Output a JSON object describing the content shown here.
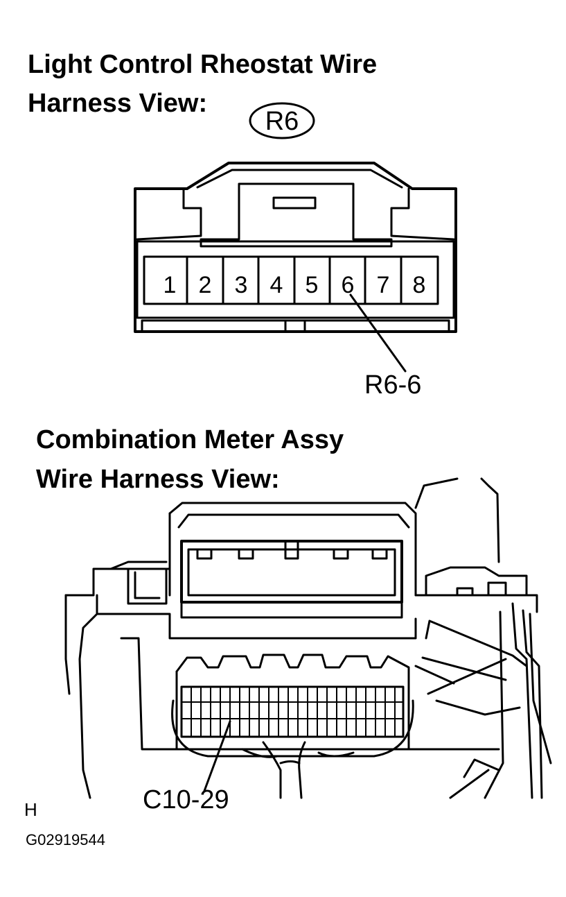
{
  "rheostat": {
    "title_line1": "Light Control Rheostat Wire",
    "title_line2": "Harness View:",
    "connector_id": "R6",
    "pins": [
      "1",
      "2",
      "3",
      "4",
      "5",
      "6",
      "7",
      "8"
    ],
    "callout": "R6-6"
  },
  "meter": {
    "title_line1": "Combination Meter Assy",
    "title_line2": "Wire Harness View:",
    "callout": "C10-29"
  },
  "footer": {
    "mark": "H",
    "figure_code": "G02919544"
  }
}
